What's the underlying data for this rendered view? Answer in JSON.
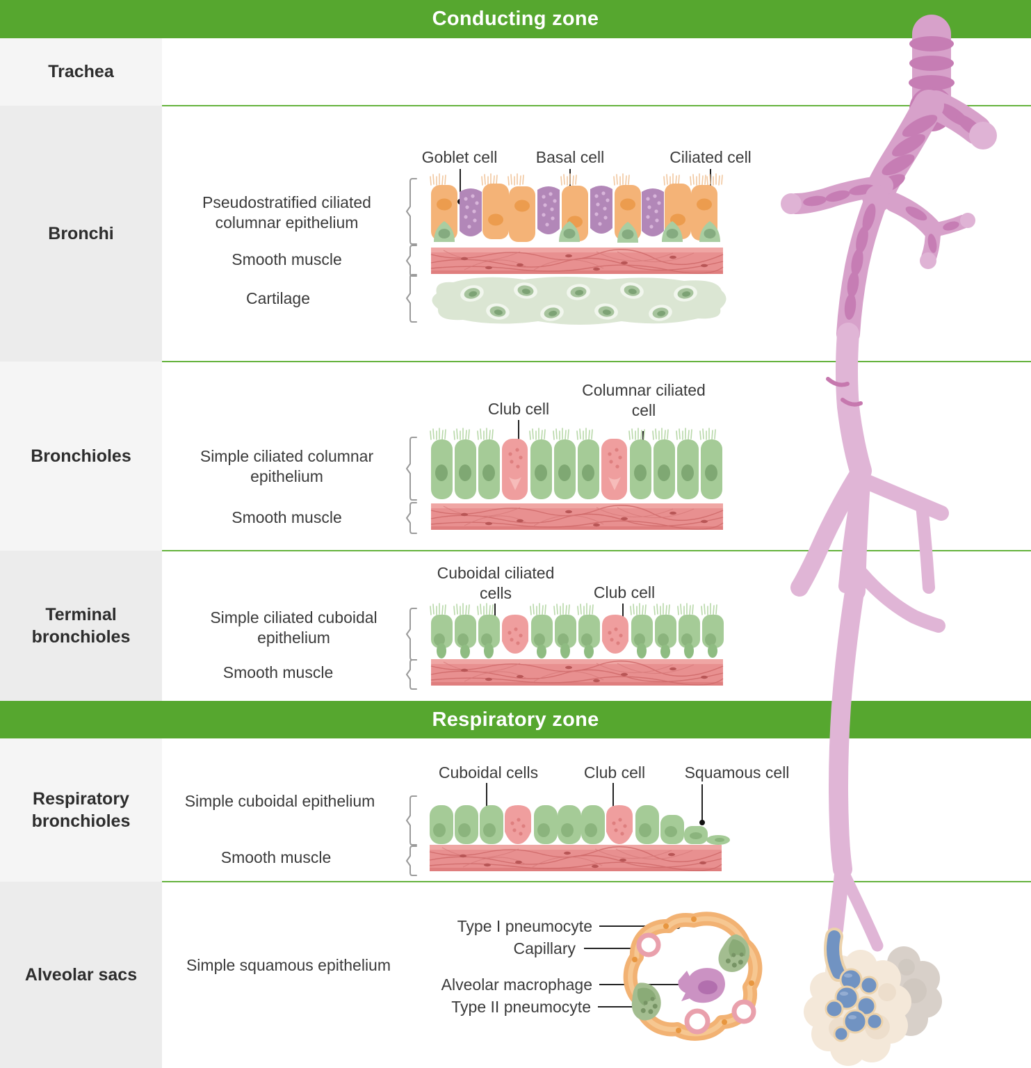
{
  "zones": {
    "conducting": "Conducting zone",
    "respiratory": "Respiratory zone"
  },
  "sidebar": {
    "trachea": "Trachea",
    "bronchi": "Bronchi",
    "bronchioles": "Bronchioles",
    "terminal_bronchioles": "Terminal bronchioles",
    "respiratory_bronchioles": "Respiratory bronchioles",
    "alveolar_sacs": "Alveolar sacs"
  },
  "bronchi": {
    "goblet_cell": "Goblet cell",
    "basal_cell": "Basal cell",
    "ciliated_cell": "Ciliated cell",
    "epithelium": "Pseudostratified ciliated columnar epithelium",
    "smooth_muscle": "Smooth muscle",
    "cartilage": "Cartilage"
  },
  "bronchioles": {
    "club_cell": "Club cell",
    "columnar_ciliated_cell": "Columnar ciliated cell",
    "epithelium": "Simple ciliated columnar epithelium",
    "smooth_muscle": "Smooth muscle"
  },
  "terminal_bronchioles": {
    "cuboidal_ciliated_cells": "Cuboidal ciliated cells",
    "club_cell": "Club cell",
    "epithelium": "Simple ciliated cuboidal epithelium",
    "smooth_muscle": "Smooth muscle"
  },
  "respiratory_bronchioles": {
    "cuboidal_cells": "Cuboidal cells",
    "club_cell": "Club cell",
    "squamous_cell": "Squamous cell",
    "epithelium": "Simple cuboidal epithelium",
    "smooth_muscle": "Smooth muscle"
  },
  "alveolar_sacs": {
    "epithelium": "Simple squamous epithelium",
    "type_i_pneumocyte": "Type I pneumocyte",
    "capillary": "Capillary",
    "alveolar_macrophage": "Alveolar macrophage",
    "type_ii_pneumocyte": "Type II pneumocyte"
  },
  "colors": {
    "zone_banner_green": "#56a72f",
    "divider_green": "#64b23c",
    "sidebar_light": "#f5f5f5",
    "sidebar_dark": "#ececec",
    "label_text": "#3a3a3a",
    "epithelium_orange": "#f4b377",
    "goblet_purple": "#b287b8",
    "basal_green": "#a9cda1",
    "bronchiole_cell_green": "#a5cb97",
    "club_cell_pink": "#ef9e9e",
    "smooth_muscle_red": "#e89090",
    "cartilage_green": "#dbe6d3",
    "tree_pink": "#d7a1ca",
    "tree_band_pink": "#c67db4",
    "alveolus_wall_orange": "#f2b273",
    "capillary_ring_pink": "#e9a0ac",
    "macrophage_purple": "#cb92c3",
    "alveoli_blue": "#7193c2"
  }
}
